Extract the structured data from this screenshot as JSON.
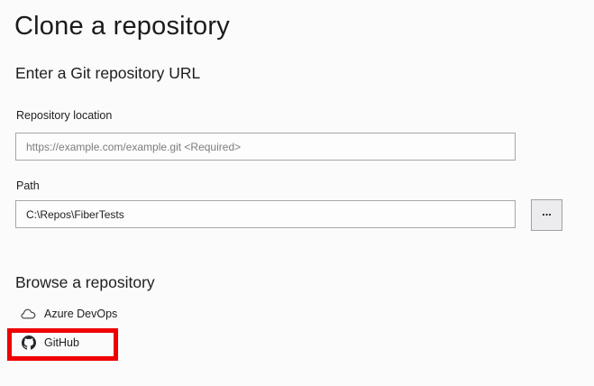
{
  "window": {
    "background_color": "#fbfbfb",
    "text_color": "#1e1e1e"
  },
  "title": "Clone a repository",
  "url_section": {
    "heading": "Enter a Git repository URL",
    "repository_location_label": "Repository location",
    "repository_location_placeholder": "https://example.com/example.git <Required>",
    "path_label": "Path",
    "path_value": "C:\\Repos\\FiberTests",
    "browse_button_label": "..."
  },
  "browse_section": {
    "heading": "Browse a repository",
    "providers": [
      {
        "label": "Azure DevOps",
        "icon": "cloud-icon",
        "highlighted": false
      },
      {
        "label": "GitHub",
        "icon": "github-icon",
        "highlighted": true
      }
    ]
  },
  "annotation": {
    "type": "red-highlight-rectangle",
    "color": "#ee0000",
    "target": "GitHub"
  }
}
